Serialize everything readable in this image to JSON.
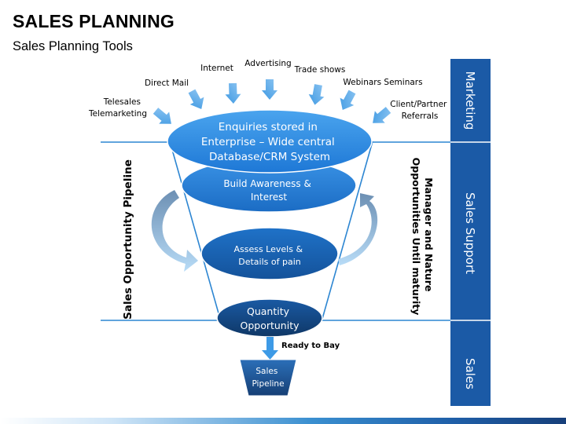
{
  "header": {
    "title": "SALES PLANNING",
    "subtitle": "Sales Planning Tools"
  },
  "sources": [
    {
      "lines": [
        "Telesales",
        "Telemarketing"
      ]
    },
    {
      "lines": [
        "Direct Mail"
      ]
    },
    {
      "lines": [
        "Internet"
      ]
    },
    {
      "lines": [
        "Advertising"
      ]
    },
    {
      "lines": [
        "Trade shows"
      ]
    },
    {
      "lines": [
        "Webinars Seminars"
      ]
    },
    {
      "lines": [
        "Client/Partner",
        "Referrals"
      ]
    }
  ],
  "funnel": {
    "top": {
      "lines": [
        "Enquiries stored in",
        "Enterprise – Wide central",
        "Database/CRM System"
      ]
    },
    "awareness": {
      "lines": [
        "Build Awareness &",
        "Interest"
      ]
    },
    "assess": {
      "lines": [
        "Assess Levels &",
        "Details of pain"
      ]
    },
    "quantity": {
      "lines": [
        "Quantity",
        "Opportunity"
      ]
    },
    "ready": "Ready to Bay",
    "pipeline": {
      "lines": [
        "Sales",
        "Pipeline"
      ]
    }
  },
  "side_labels": {
    "left": "Sales Opportunity Pipeline",
    "right": [
      "Manager and Nature",
      "Opportunities Until maturity"
    ]
  },
  "bands": {
    "marketing": "Marketing",
    "sales_support": "Sales Support",
    "sales": "Sales"
  },
  "colors": {
    "band": "#1b5aa6",
    "ellipse_light": "#2e8be0",
    "ellipse_mid": "#1f6fc3",
    "ellipse_dark": "#14447e",
    "arrow": "#4aa7ea",
    "line": "#2d86d2"
  }
}
